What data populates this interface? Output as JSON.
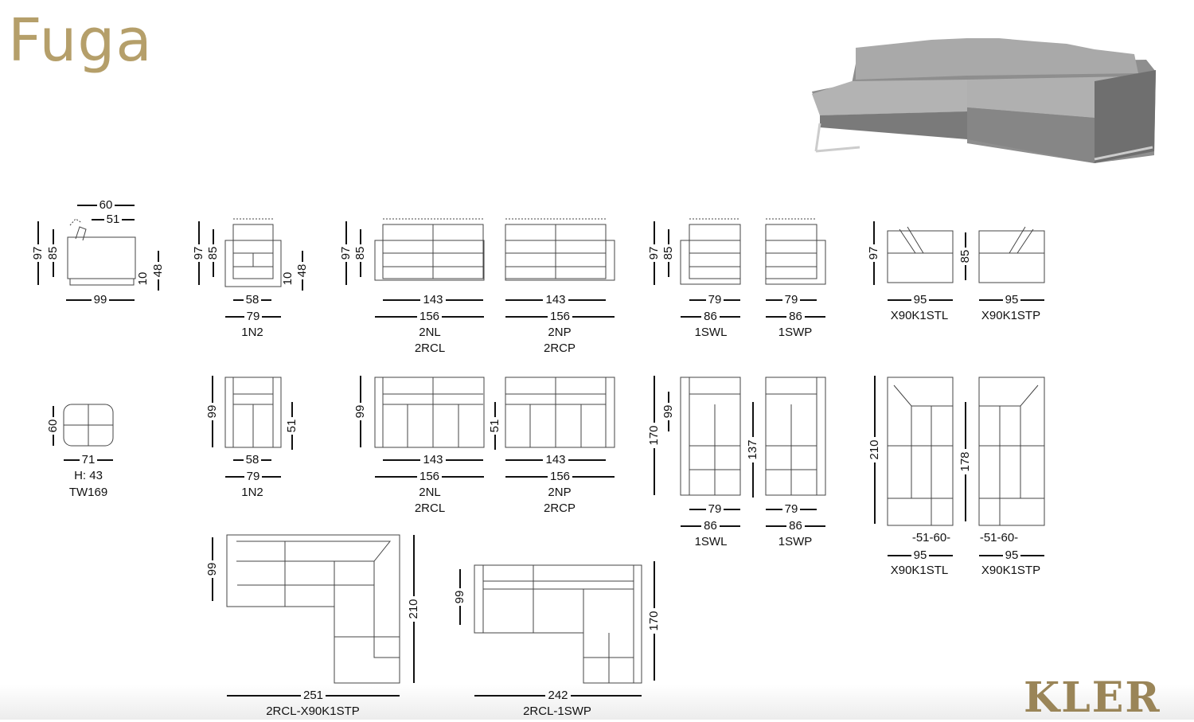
{
  "title": "Fuga",
  "brand": "KLER",
  "row1": {
    "armchair_side": {
      "d60": "60",
      "d51": "51",
      "d97": "97",
      "d85": "85",
      "d10": "10",
      "d48": "48",
      "d99": "99"
    },
    "n1": {
      "d97": "97",
      "d85": "85",
      "d10": "10",
      "d48": "48",
      "d58": "58",
      "d79": "79",
      "code": "1N2"
    },
    "nl": {
      "d97": "97",
      "d85": "85",
      "d143": "143",
      "d156": "156",
      "code": "2NL",
      "code2": "2RCL"
    },
    "np": {
      "d143": "143",
      "d156": "156",
      "code": "2NP",
      "code2": "2RCP"
    },
    "swl": {
      "d97": "97",
      "d85": "85",
      "d79": "79",
      "d86": "86",
      "code": "1SWL"
    },
    "swp": {
      "d79": "79",
      "d86": "86",
      "code": "1SWP"
    },
    "stl": {
      "d97": "97",
      "d95": "95",
      "code": "X90K1STL"
    },
    "stp": {
      "d85": "85",
      "d95": "95",
      "code": "X90K1STP"
    }
  },
  "row2": {
    "ottoman": {
      "d60": "60",
      "d71": "71",
      "height": "H: 43",
      "code": "TW169"
    },
    "n1": {
      "d99": "99",
      "d51": "51",
      "d58": "58",
      "d79": "79",
      "code": "1N2"
    },
    "nl": {
      "d99": "99",
      "d51": "51",
      "d143": "143",
      "d156": "156",
      "code": "2NL",
      "code2": "2RCL"
    },
    "np": {
      "d143": "143",
      "d156": "156",
      "code": "2NP",
      "code2": "2RCP"
    },
    "swl": {
      "d170": "170",
      "d99": "99",
      "d137": "137",
      "d79": "79",
      "d86": "86",
      "code": "1SWL"
    },
    "swp": {
      "d79": "79",
      "d86": "86",
      "code": "1SWP"
    },
    "stl": {
      "d210": "210",
      "seat": "-51-60-",
      "d95": "95",
      "code": "X90K1STL"
    },
    "stp": {
      "d178": "178",
      "seat": "-51-60-",
      "d95": "95",
      "code": "X90K1STP"
    }
  },
  "row3": {
    "corner1": {
      "d99": "99",
      "d210": "210",
      "d251": "251",
      "code": "2RCL-X90K1STP"
    },
    "corner2": {
      "d99": "99",
      "d170": "170",
      "d242": "242",
      "code": "2RCL-1SWP"
    }
  }
}
